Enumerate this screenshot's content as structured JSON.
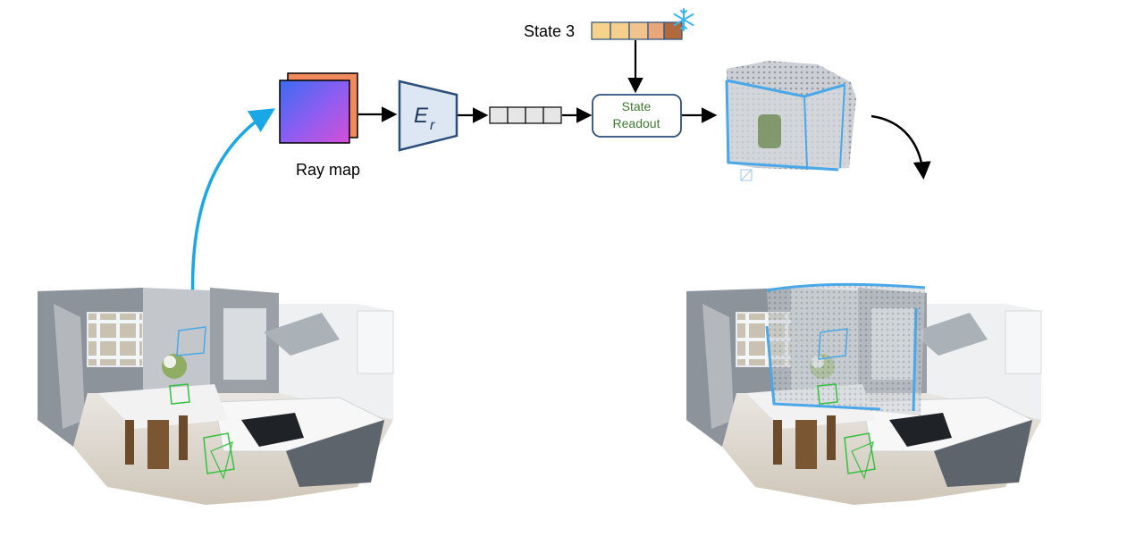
{
  "labels": {
    "state": "State 3",
    "ray_map": "Ray map",
    "encoder_main": "E",
    "encoder_sub": "r",
    "readout_line1": "State",
    "readout_line2": "Readout"
  },
  "icons": {
    "freeze": "snowflake-icon"
  },
  "colors": {
    "state_cells": [
      "#f6d38a",
      "#f5cf8e",
      "#f2c48d",
      "#e8a77a",
      "#b06a3e"
    ],
    "arrow_blue": "#1aa7e6",
    "readout_text": "#3f7a34",
    "encoder_fill": "#dde7f3",
    "encoder_stroke": "#2c4f79",
    "highlight_blue": "#4aa8e8",
    "camera_green": "#35c040"
  }
}
